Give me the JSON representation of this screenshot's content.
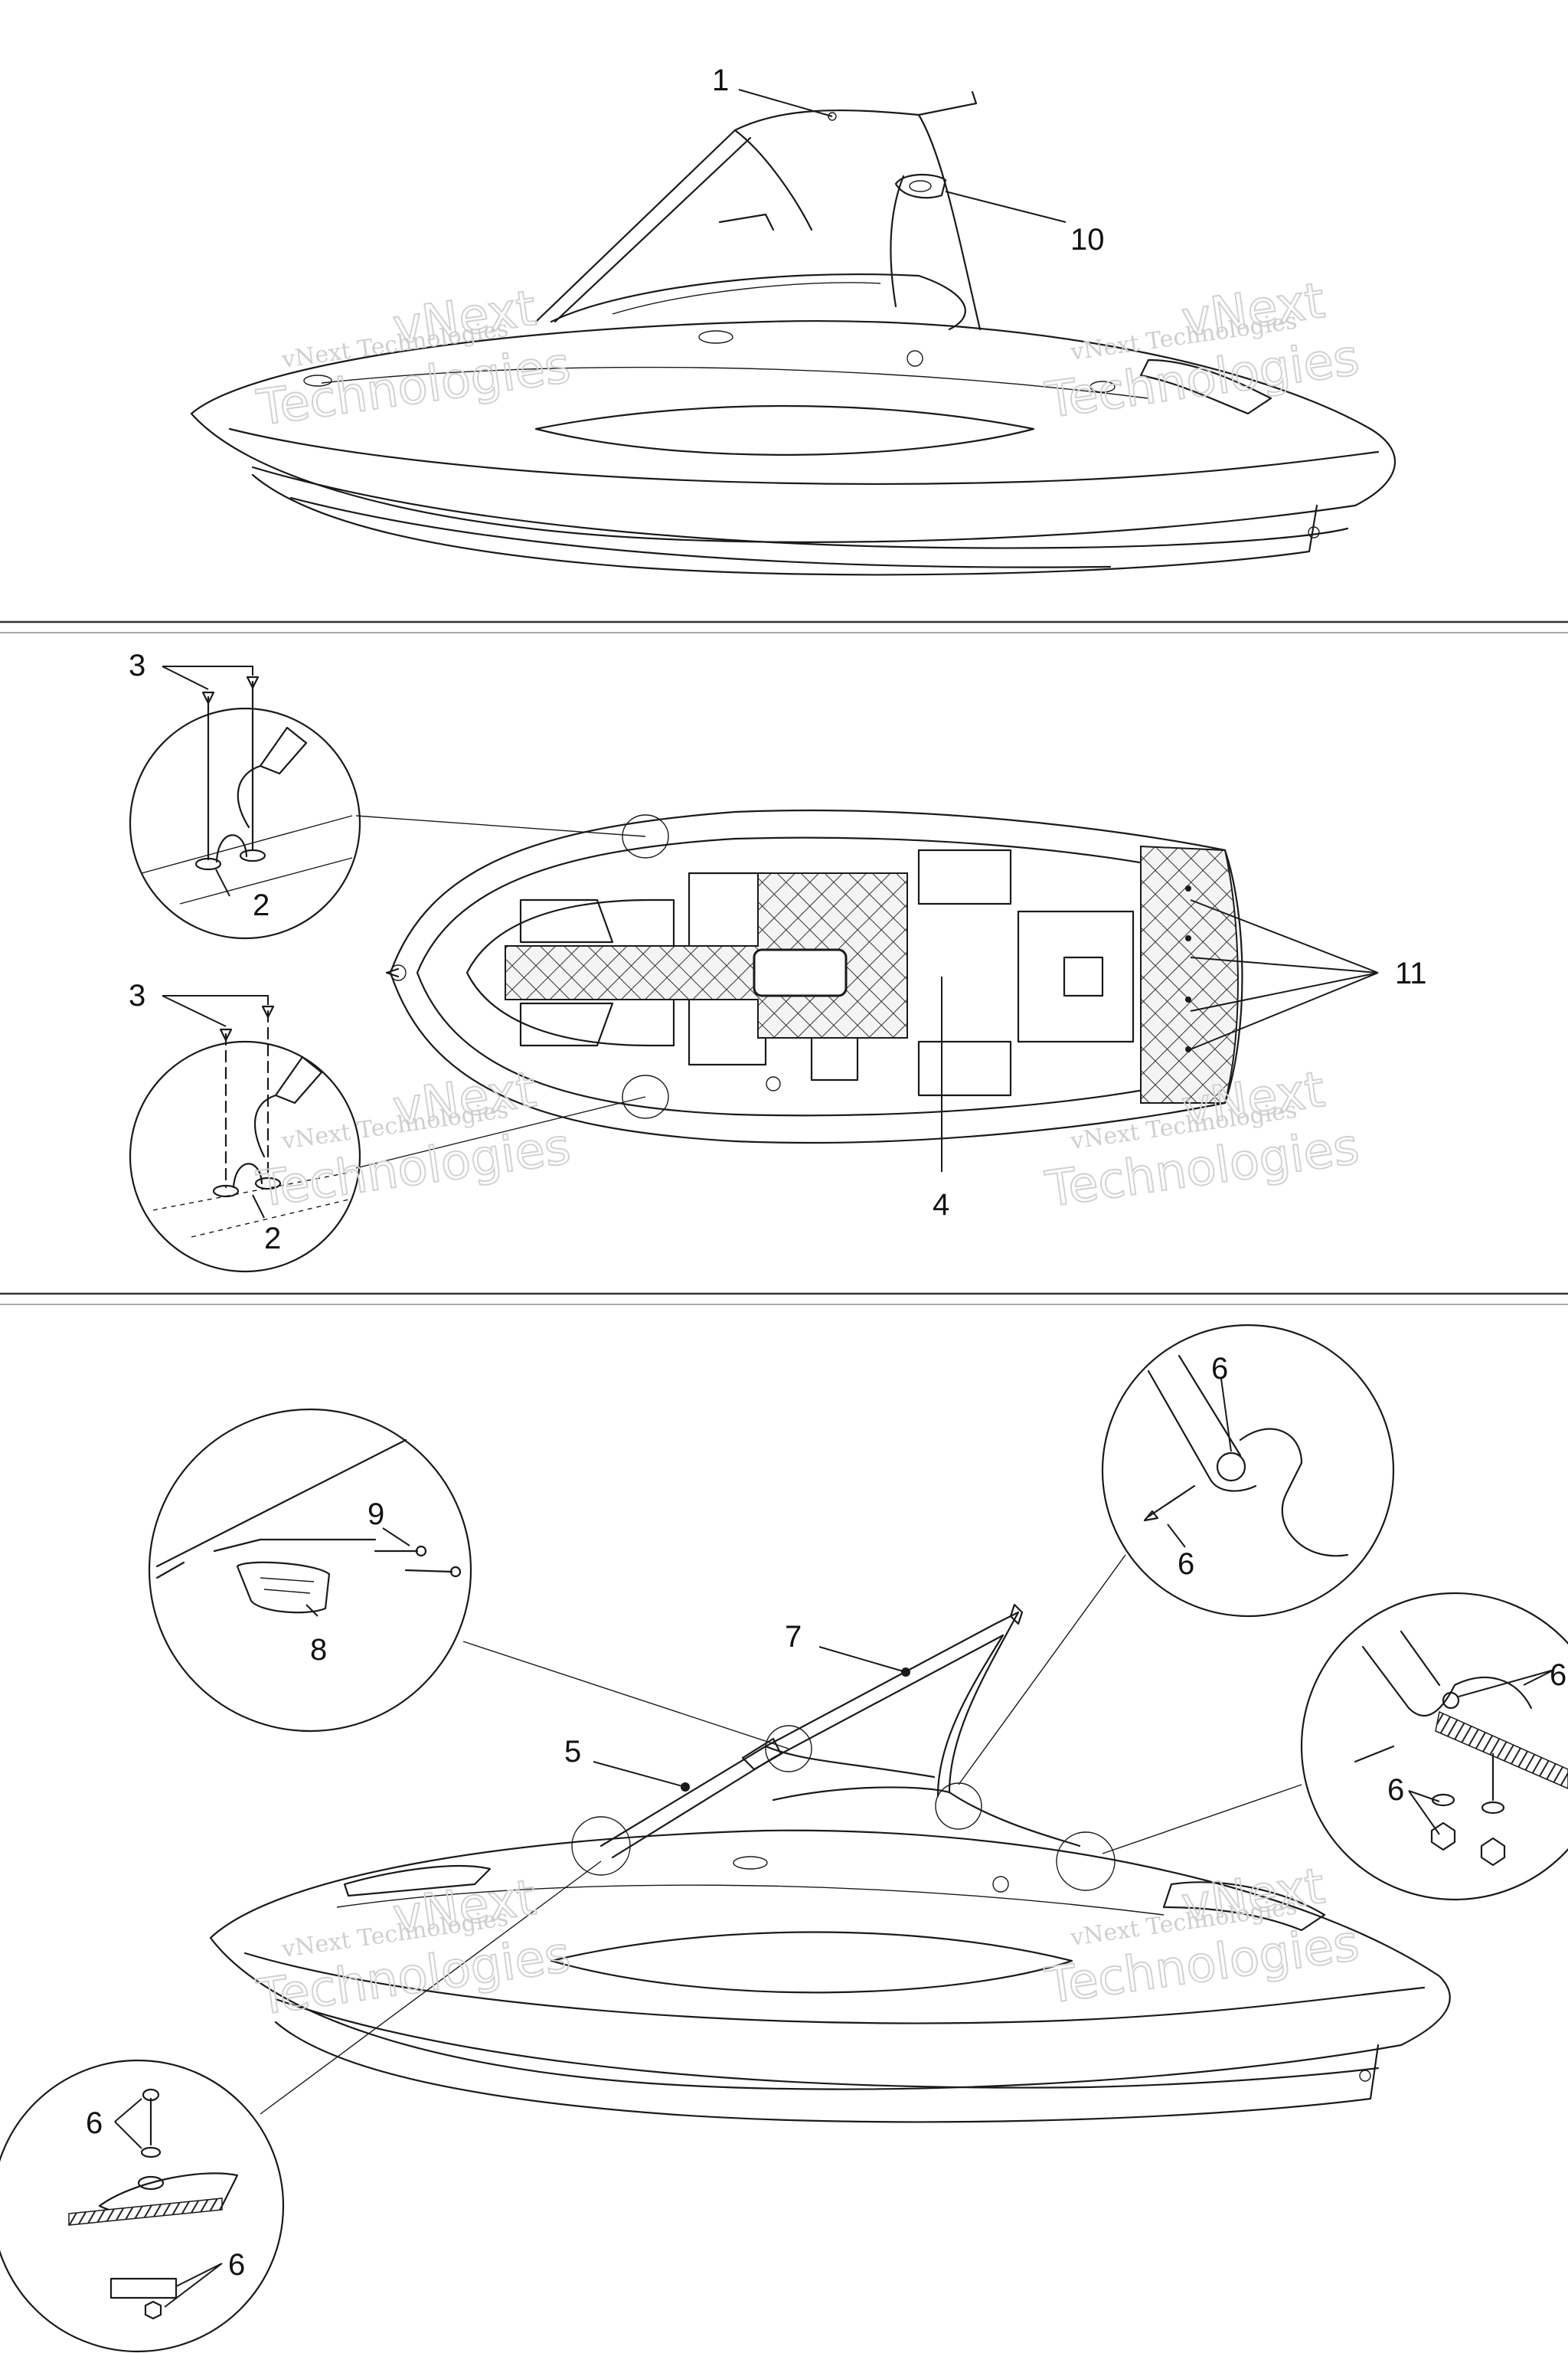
{
  "watermark": {
    "line1": "vNext Technologies",
    "line2": "vNext",
    "line3": "Technologies"
  },
  "callouts": {
    "c1": "1",
    "c2": "2",
    "c3": "3",
    "c4": "4",
    "c5": "5",
    "c6": "6",
    "c7": "7",
    "c8": "8",
    "c9": "9",
    "c10": "10",
    "c11": "11"
  }
}
